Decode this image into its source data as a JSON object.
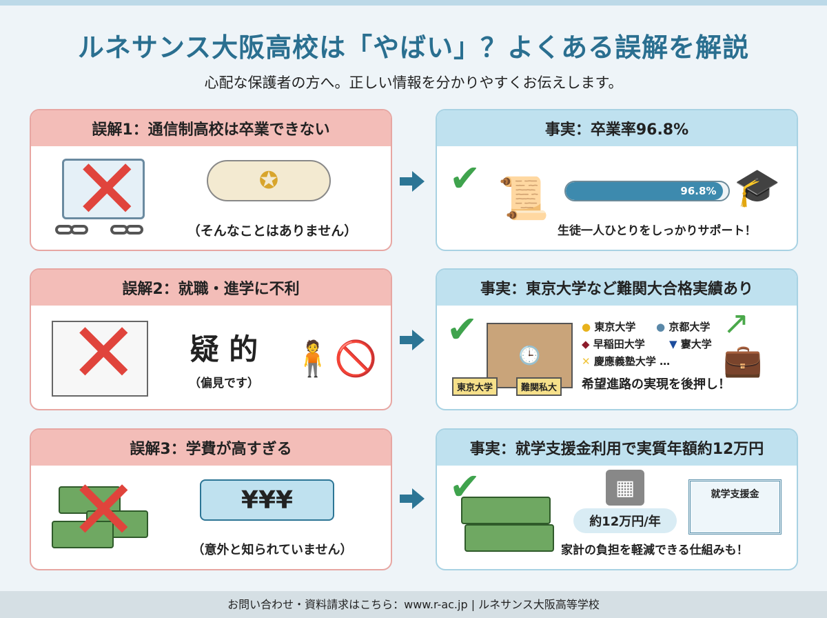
{
  "title": "ルネサンス大阪高校は「やばい」？よくある誤解を解説",
  "subtitle": "心配な保護者の方へ。正しい情報を分かりやすくお伝えします。",
  "rows": [
    {
      "myth": {
        "title": "誤解1：通信制高校は卒業できない",
        "caption": "（そんなことはありません）"
      },
      "fact": {
        "title": "事実：卒業率96.8%",
        "progress_label": "96.8%",
        "progress": 96.8,
        "caption": "生徒一人ひとりをしっかりサポート！"
      }
    },
    {
      "myth": {
        "title": "誤解2：就職・進学に不利",
        "big_text": "疑 的",
        "caption": "（偏見です）"
      },
      "fact": {
        "title": "事実：東京大学など難関大合格実績あり",
        "tags": [
          "東京大学",
          "難関私大"
        ],
        "universities": [
          "東京大学",
          "京都大学",
          "早稲田大学",
          "寠大学",
          "慶應義塾大学",
          "…"
        ],
        "caption": "希望進路の実現を後押し！"
      }
    },
    {
      "myth": {
        "title": "誤解3：学費が高すぎる",
        "price_tag": "¥¥¥",
        "caption": "（意外と知られていません）"
      },
      "fact": {
        "title": "事実：就学支援金利用で実質年額約12万円",
        "amount": "約12万円/年",
        "certificate": "就学支援金",
        "caption": "家計の負担を軽減できる仕組みも！"
      }
    }
  ],
  "footer": "お問い合わせ・資料請求はこちら：www.r-ac.jp | ルネサンス大阪高等学校",
  "colors": {
    "title": "#2a6f90",
    "myth_header": "#f3bdb8",
    "fact_header": "#bfe1ef",
    "arrow": "#2c7595",
    "check": "#3fa34d",
    "cross": "#e0443c"
  }
}
